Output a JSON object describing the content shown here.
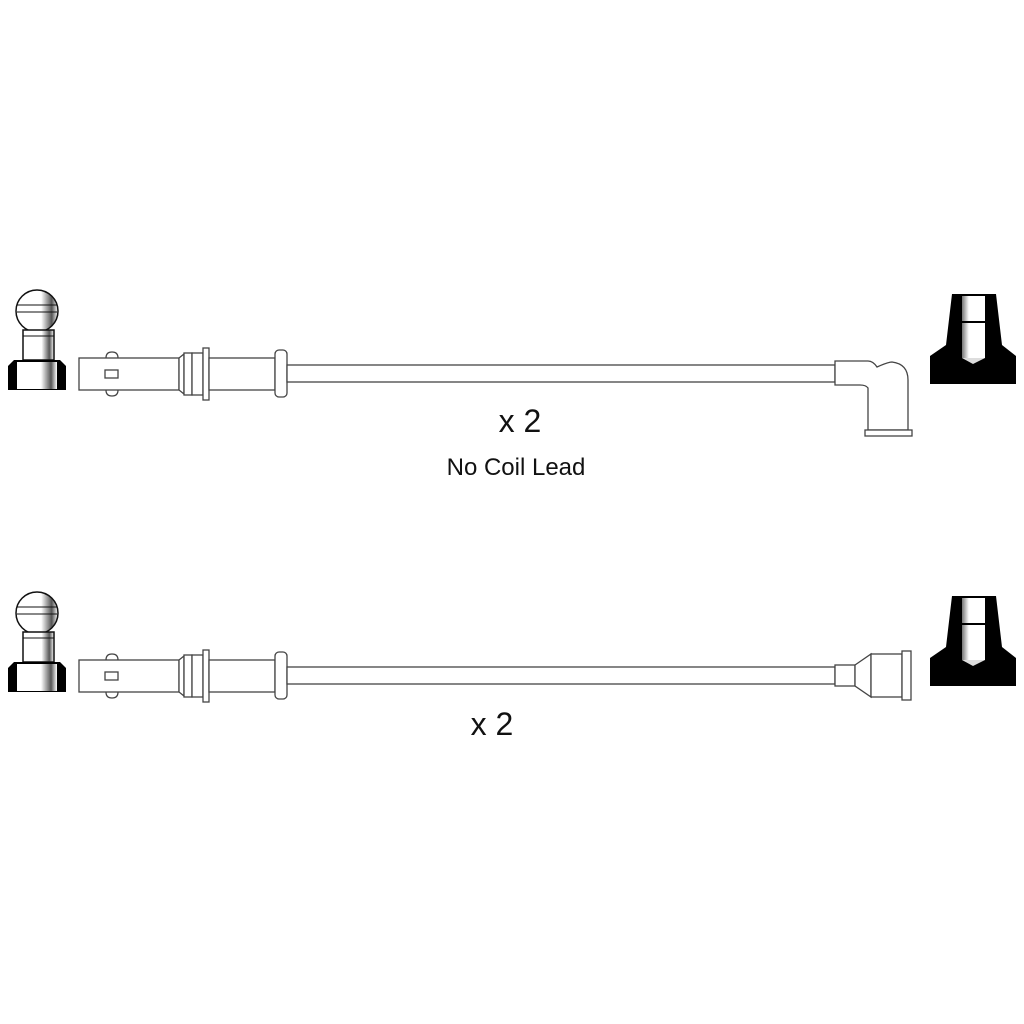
{
  "leads": [
    {
      "quantity_label": "x 2",
      "note": "No Coil Lead",
      "end_type": "angled"
    },
    {
      "quantity_label": "x 2",
      "end_type": "straight"
    }
  ],
  "colors": {
    "line": "#444444",
    "boot": "#000000"
  }
}
